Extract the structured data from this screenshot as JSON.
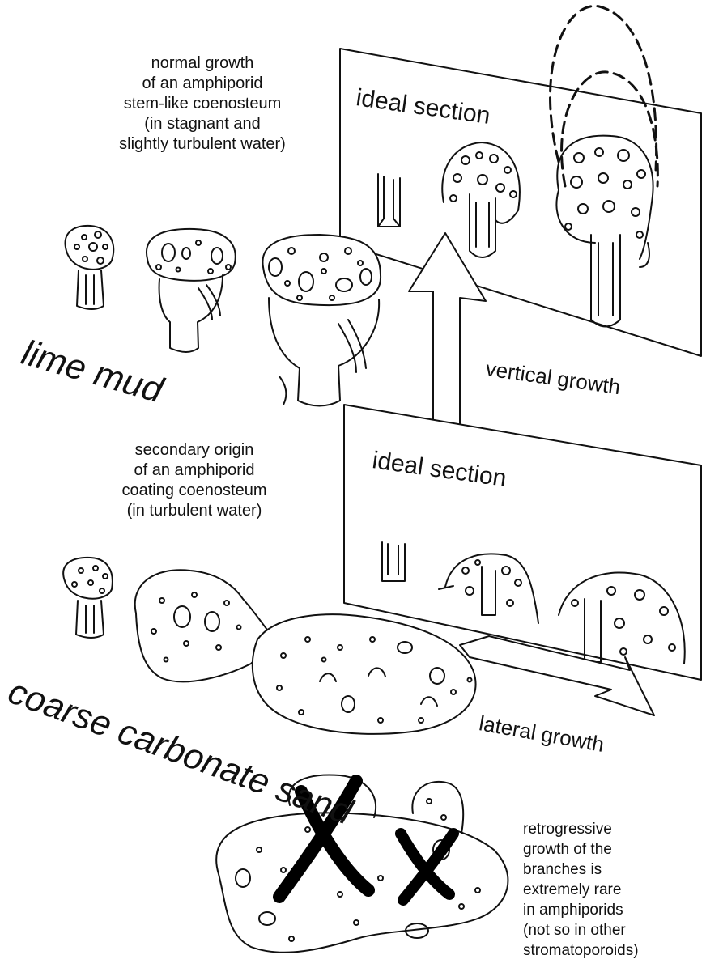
{
  "captions": {
    "normal_growth": "normal growth\nof an amphiporid\nstem-like coenosteum\n(in stagnant and\nslightly turbulent water)",
    "secondary_origin": "secondary origin\nof an amphiporid\ncoating coenosteum\n(in turbulent water)",
    "retrogressive": "retrogressive\ngrowth of the\nbranches is\nextremely rare\nin amphiporids\n  (not so in other\n  stromatoporoids)"
  },
  "upper_panel": {
    "title": "ideal section"
  },
  "lower_panel": {
    "title": "ideal section"
  },
  "substrates": {
    "lime_mud": "lime mud",
    "coarse_sand": "coarse carbonate sand"
  },
  "arrows": {
    "vertical": "vertical growth",
    "lateral": "lateral growth"
  },
  "colors": {
    "ink": "#111111",
    "background": "#ffffff"
  }
}
